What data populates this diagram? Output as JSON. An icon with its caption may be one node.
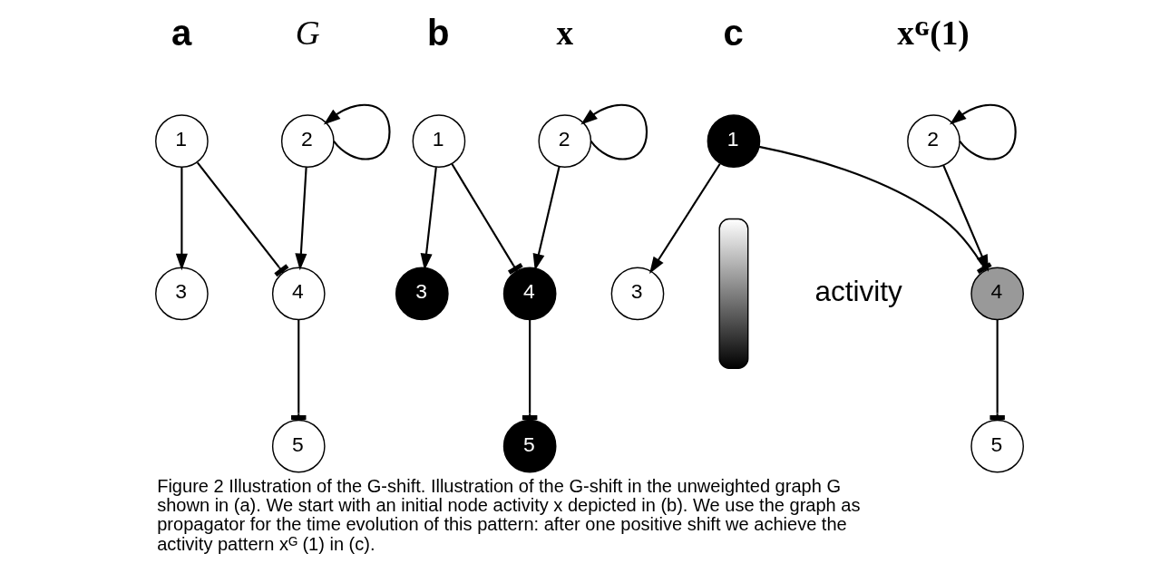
{
  "diagram": {
    "caption": "Figure 2 Illustration of the G-shift. Illustration of the G-shift in the unweighted graph G shown in (a). We start with an initial node activity x depicted in (b). We use the graph as propagator for the time evolution of this pattern: after one positive shift we achieve the activity pattern xᴳ (1) in (c).",
    "nodes": [
      {
        "text": [
          "1"
        ]
      },
      {
        "text": [
          "2"
        ]
      },
      {
        "text": [
          "3"
        ]
      },
      {
        "text": [
          "4"
        ]
      },
      {
        "text": [
          "5"
        ]
      },
      {
        "text": [
          "1"
        ]
      },
      {
        "text": [
          "2"
        ]
      },
      {
        "text": [
          "3"
        ]
      },
      {
        "text": [
          "4"
        ]
      },
      {
        "text": [
          "5"
        ]
      },
      {
        "text": [
          "1"
        ]
      },
      {
        "text": [
          "2"
        ]
      },
      {
        "text": [
          "3"
        ]
      },
      {
        "text": [
          "4"
        ]
      },
      {
        "text": [
          "5"
        ]
      },
      {
        "text": [],
        "shape": "bar",
        "beside": [
          "activity"
        ]
      }
    ],
    "edges": [
      {
        "from": 1,
        "to": 1,
        "arrow": "to"
      },
      {
        "from": 0,
        "to": 2,
        "arrow": "to"
      },
      {
        "from": 0,
        "to": 3,
        "arrow": "other"
      },
      {
        "from": 1,
        "to": 3,
        "arrow": "to"
      },
      {
        "from": 3,
        "to": 4,
        "arrow": "other"
      },
      {
        "from": 6,
        "to": 6,
        "arrow": "to"
      },
      {
        "from": 5,
        "to": 7,
        "arrow": "to"
      },
      {
        "from": 5,
        "to": 8,
        "arrow": "other"
      },
      {
        "from": 6,
        "to": 8,
        "arrow": "to"
      },
      {
        "from": 8,
        "to": 9,
        "arrow": "other"
      },
      {
        "from": 11,
        "to": 11,
        "arrow": "to"
      },
      {
        "from": 10,
        "to": 12,
        "arrow": "to"
      },
      {
        "from": 10,
        "to": 13,
        "arrow": "other"
      },
      {
        "from": 11,
        "to": 13,
        "arrow": "to"
      },
      {
        "from": 13,
        "to": 14,
        "arrow": "other"
      }
    ],
    "labels": [
      "a",
      "G",
      "b",
      "x",
      "c",
      "xᴳ(1)"
    ]
  }
}
